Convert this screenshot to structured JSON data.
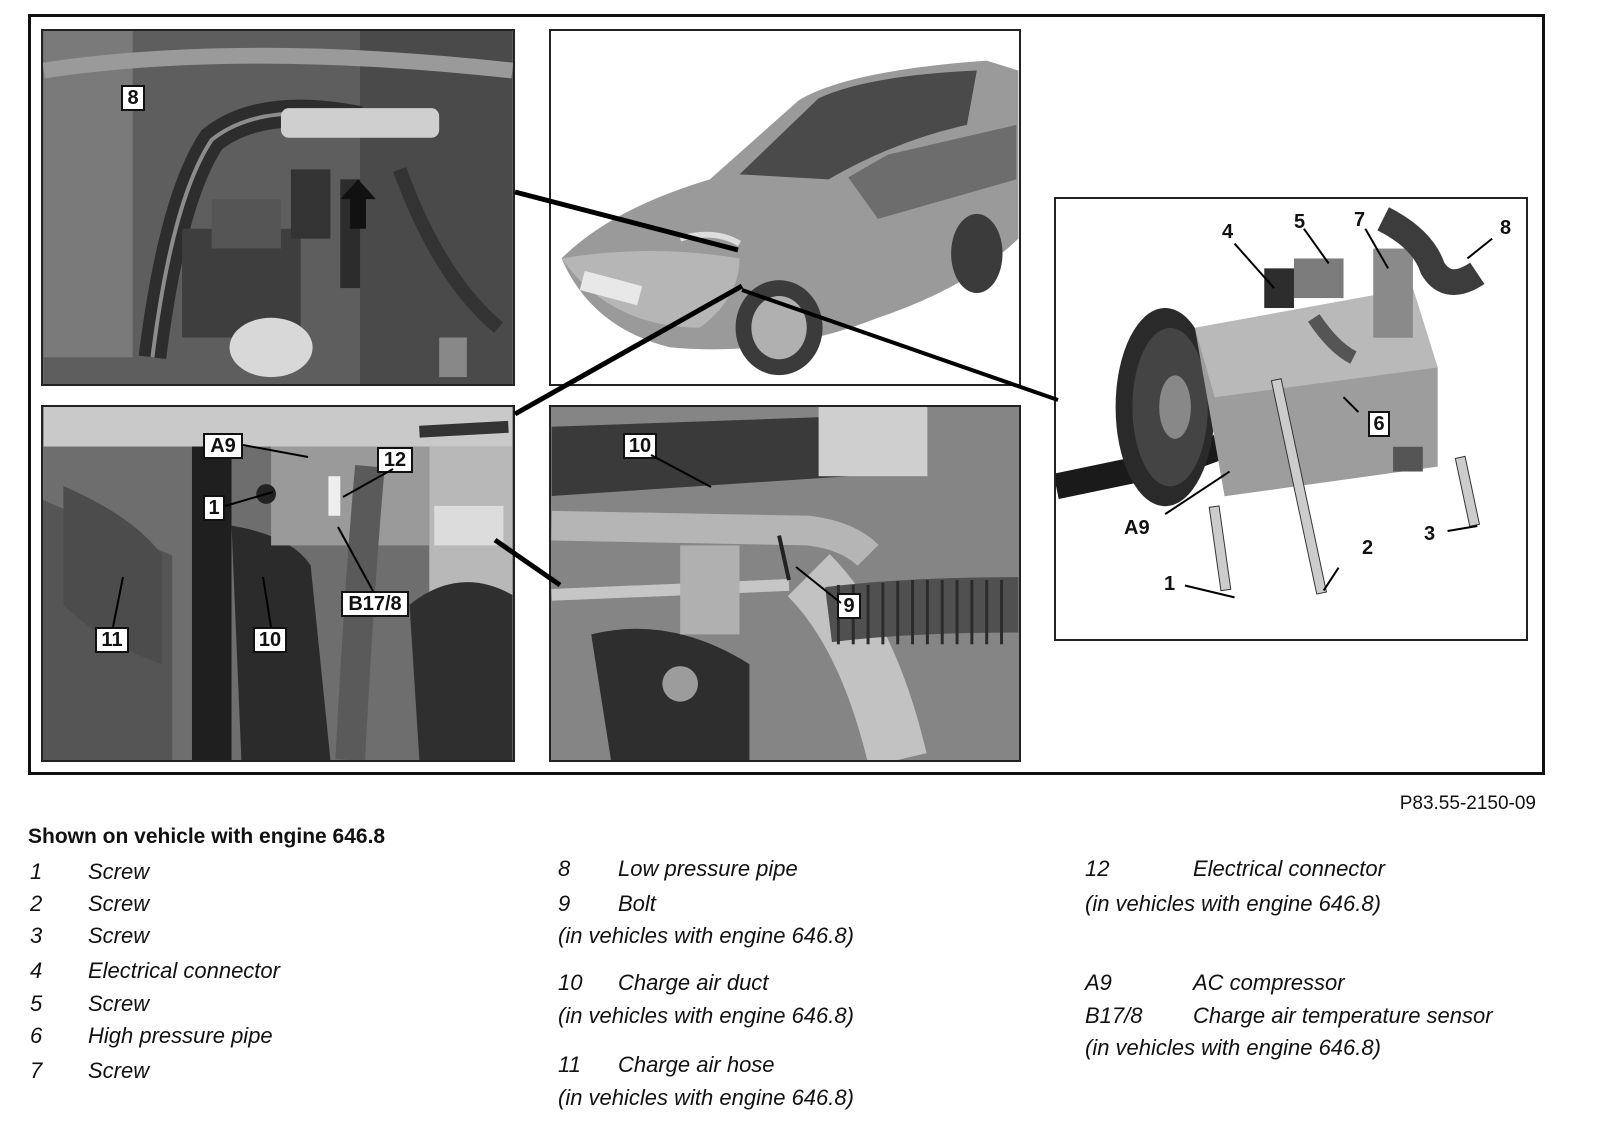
{
  "figure_code": "P83.55-2150-09",
  "heading": "Shown on vehicle with engine 646.8",
  "callouts": {
    "engine": [
      "8"
    ],
    "compressor": [
      "1",
      "2",
      "3",
      "4",
      "5",
      "6",
      "7",
      "8",
      "A9"
    ],
    "lower": [
      "A9",
      "1",
      "12",
      "B17/8",
      "11",
      "10"
    ],
    "duct": [
      "10",
      "9"
    ]
  },
  "legend": {
    "col1": [
      {
        "num": "1",
        "desc": "Screw"
      },
      {
        "num": "2",
        "desc": "Screw"
      },
      {
        "num": "3",
        "desc": "Screw"
      },
      {
        "num": "4",
        "desc": "Electrical connector"
      },
      {
        "num": "5",
        "desc": "Screw"
      },
      {
        "num": "6",
        "desc": "High pressure pipe"
      },
      {
        "num": "7",
        "desc": "Screw"
      }
    ],
    "col2": [
      {
        "num": "8",
        "desc": "Low pressure pipe"
      },
      {
        "num": "9",
        "desc": "Bolt"
      },
      {
        "note": "(in vehicles with engine 646.8)"
      },
      {
        "num": "10",
        "desc": "Charge air duct"
      },
      {
        "note": "(in vehicles with engine 646.8)"
      },
      {
        "num": "11",
        "desc": "Charge air hose"
      },
      {
        "note": "(in vehicles with engine 646.8)"
      }
    ],
    "col3": [
      {
        "num": "12",
        "desc": "Electrical connector"
      },
      {
        "note": "(in vehicles with engine 646.8)"
      },
      {
        "num": "A9",
        "desc": "AC compressor"
      },
      {
        "num": "B17/8",
        "desc": "Charge air temperature sensor"
      },
      {
        "note": "(in vehicles with engine 646.8)"
      }
    ]
  }
}
